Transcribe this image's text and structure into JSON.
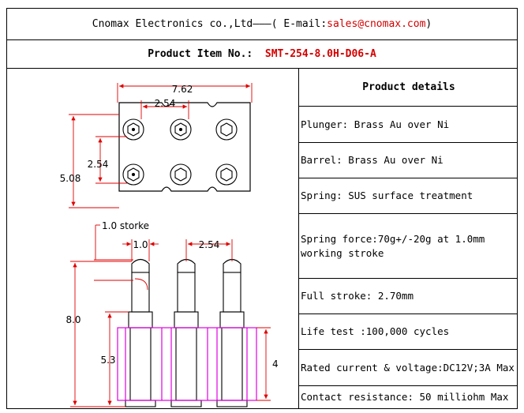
{
  "header": {
    "company": "Cnomax Electronics co.,Ltd———( E-mail: ",
    "email": "sales@cnomax.com",
    "close": ")"
  },
  "product_item": {
    "label": "Product Item No.:",
    "code": "SMT-254-8.0H-D06-A"
  },
  "details": {
    "title": "Product details",
    "rows": [
      "Plunger: Brass Au over Ni",
      "Barrel: Brass Au over Ni",
      "Spring: SUS surface treatment",
      "Spring force:70g+/-20g at 1.0mm working stroke",
      "Full stroke: 2.70mm",
      "Life test :100,000 cycles",
      "Rated current & voltage:DC12V;3A Max",
      "Contact resistance: 50 milliohm Max"
    ]
  },
  "drawing": {
    "dim_width": "7.62",
    "dim_pitch_x": "2.54",
    "dim_pitch_y": "2.54",
    "dim_height": "5.08",
    "stroke_label": "1.0 storke",
    "dim_tip": "1.0",
    "dim_pitch_side": "2.54",
    "dim_total": "8.0",
    "dim_body": "5.3",
    "dim_pink": "4",
    "colors": {
      "pink": "#e000e0",
      "red": "#e00000",
      "line": "#000000"
    }
  }
}
